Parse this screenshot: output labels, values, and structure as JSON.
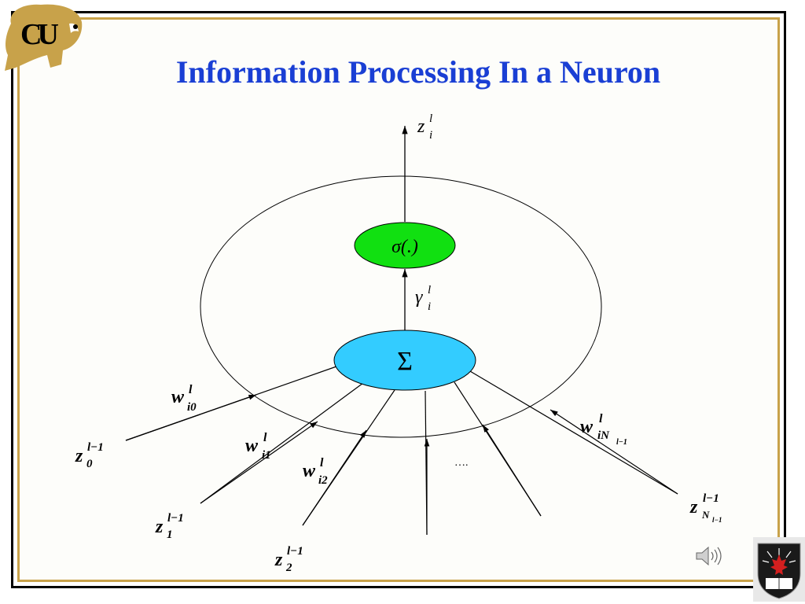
{
  "slide": {
    "title": "Information Processing In a Neuron"
  },
  "logos": {
    "top_left_text": "CU",
    "bottom_right": "maple-leaf-crest-logo"
  },
  "diagram": {
    "activation_label": "σ(.)",
    "summation_label": "Σ",
    "output_label": {
      "base": "z",
      "sup": "l",
      "sub": "i"
    },
    "net_label": {
      "base": "γ",
      "sup": "l",
      "sub": "i"
    },
    "ellipsis": "….",
    "weights": [
      {
        "base": "w",
        "sup": "l",
        "sub": "i0"
      },
      {
        "base": "w",
        "sup": "l",
        "sub": "i1"
      },
      {
        "base": "w",
        "sup": "l",
        "sub": "i2"
      },
      {
        "base": "w",
        "sup": "l",
        "sub": "iN",
        "subsub": "l−1"
      }
    ],
    "inputs": [
      {
        "base": "z",
        "sup": "l−1",
        "sub": "0"
      },
      {
        "base": "z",
        "sup": "l−1",
        "sub": "1"
      },
      {
        "base": "z",
        "sup": "l−1",
        "sub": "2"
      },
      {
        "base": "z",
        "sup": "l−1",
        "sub": "N",
        "subsub": "l−1"
      }
    ],
    "colors": {
      "activation_fill": "#11e011",
      "summation_fill": "#33ccff",
      "title_color": "#1a3fd4",
      "border_gold": "#c8a24a"
    }
  },
  "controls": {
    "speaker_icon": "speaker-icon"
  }
}
